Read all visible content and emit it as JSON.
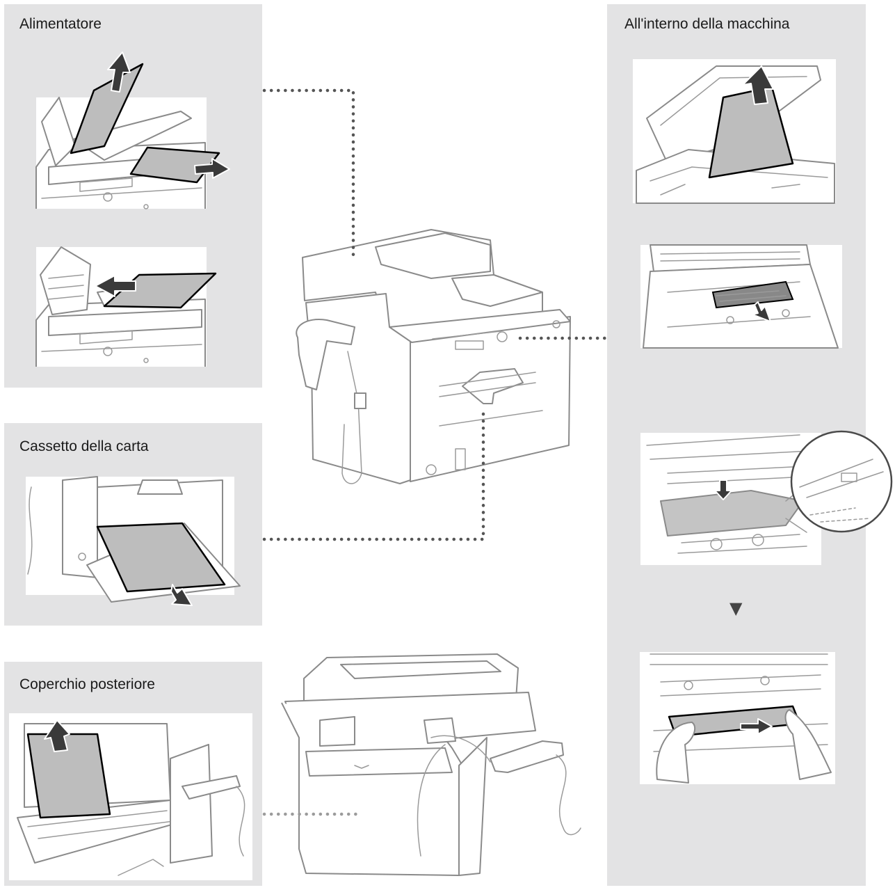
{
  "panels": {
    "feeder": {
      "title": "Alimentatore"
    },
    "paper_drawer": {
      "title": "Cassetto della carta"
    },
    "rear_cover": {
      "title": "Coperchio posteriore"
    },
    "inside_machine": {
      "title": "All'interno della macchina"
    }
  },
  "step_marker": "▼",
  "colors": {
    "panel_bg": "#e3e3e4",
    "paper": "#bdbdbd",
    "outline": "#8a8a8a",
    "leader": "#555555"
  },
  "icons": [
    "arrow-up-icon",
    "arrow-right-icon",
    "arrow-down-icon",
    "arrow-left-icon",
    "step-down-triangle-icon"
  ]
}
